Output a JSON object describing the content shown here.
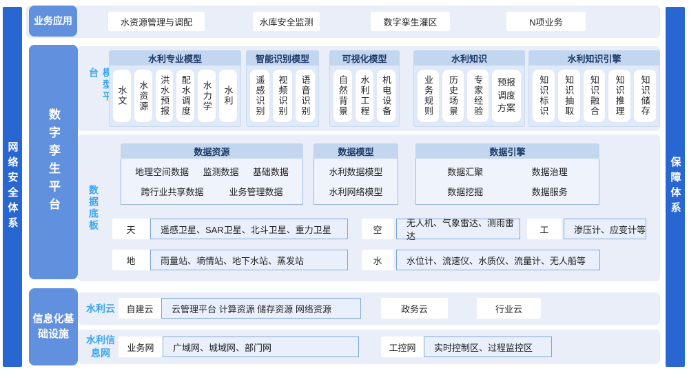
{
  "colors": {
    "primary": "#2867d2",
    "label_blue": "#6191de",
    "band": "#e9eef9",
    "group_header": "#c3d6f0",
    "cyan": "#38a6f3"
  },
  "bars": {
    "left": "网络安全体系",
    "right": "保障体系"
  },
  "business": {
    "label": "业务应用",
    "items": [
      "水资源管理与调配",
      "水库安全监测",
      "数字孪生灌区",
      "N项业务"
    ]
  },
  "platform": {
    "label": "数字孪生平台",
    "model": {
      "label": "模型平台",
      "groups": [
        {
          "title": "水利专业模型",
          "cards": [
            "水文",
            "水资源",
            "洪水预报",
            "配水调度",
            "水力学",
            "水利"
          ]
        },
        {
          "title": "智能识别模型",
          "cards": [
            "遥感识别",
            "视频识别",
            "语音识别"
          ]
        },
        {
          "title": "可视化模型",
          "cards": [
            "自然背景",
            "水利工程",
            "机电设备"
          ]
        },
        {
          "title": "水利知识",
          "cards": [
            "业务规则",
            "历史场景",
            "专家经验",
            "预报调度方案"
          ]
        },
        {
          "title": "水利知识引擎",
          "cards": [
            "知识标识",
            "知识抽取",
            "知识融合",
            "知识推理",
            "知识储存"
          ]
        }
      ]
    },
    "data": {
      "label": "数据底板",
      "resource": {
        "title": "数据资源",
        "row1": [
          "地理空间数据",
          "监测数据",
          "基础数据"
        ],
        "row2": [
          "跨行业共享数据",
          "业务管理数据"
        ]
      },
      "model": {
        "title": "数据模型",
        "items": [
          "水利数据模型",
          "水利网络模型"
        ]
      },
      "engine": {
        "title": "数据引擎",
        "row1": [
          "数据汇聚",
          "数据治理"
        ],
        "row2": [
          "数据挖掘",
          "数据服务"
        ]
      },
      "sources": {
        "sky": {
          "tag": "天",
          "desc": "遥感卫星、SAR卫星、北斗卫星、重力卫星"
        },
        "air": {
          "tag": "空",
          "desc": "无人机、气象雷达、测雨雷达"
        },
        "eng": {
          "tag": "工",
          "desc": "渗压计、应变计等"
        },
        "ground": {
          "tag": "地",
          "desc": "雨量站、墒情站、地下水站、蒸发站"
        },
        "water": {
          "tag": "水",
          "desc": "水位计、流速仪、水质仪、流量计、无人船等"
        }
      }
    }
  },
  "infra": {
    "label": "信息化基础设施",
    "cloud": {
      "label": "水利云",
      "tag": "自建云",
      "desc": "云管理平台 计算资源 储存资源 网络资源",
      "gov": "政务云",
      "industry": "行业云"
    },
    "network": {
      "label": "水利信息网",
      "rows": [
        {
          "tag": "业务网",
          "desc": "广域网、城域网、部门网"
        },
        {
          "tag": "工控网",
          "desc": "实时控制区、过程监控区"
        }
      ]
    }
  }
}
